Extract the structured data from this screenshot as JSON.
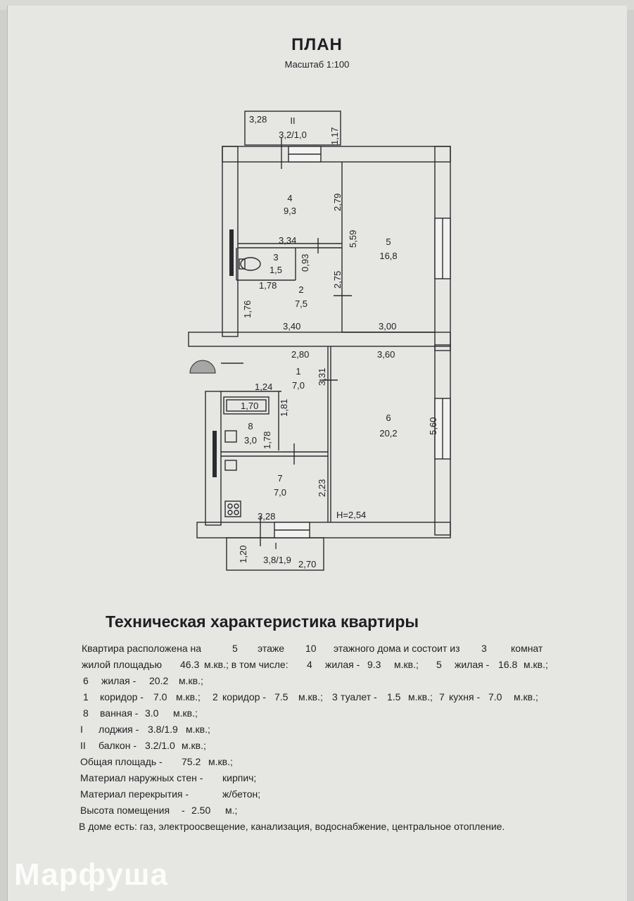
{
  "header": {
    "title": "ПЛАН",
    "scale": "Масштаб 1:100"
  },
  "rooms": {
    "r1": {
      "num": "1",
      "area": "7,0"
    },
    "r2": {
      "num": "2",
      "area": "7,5"
    },
    "r3": {
      "num": "3",
      "area": "1,5"
    },
    "r4": {
      "num": "4",
      "area": "9,3"
    },
    "r5": {
      "num": "5",
      "area": "16,8"
    },
    "r6": {
      "num": "6",
      "area": "20,2"
    },
    "r7": {
      "num": "7",
      "area": "7,0"
    },
    "r8": {
      "num": "8",
      "area": "3,0"
    },
    "balcony": {
      "num": "II",
      "area": "3,2/1,0"
    },
    "loggia": {
      "num": "I",
      "area": "3,8/1,9"
    }
  },
  "dims": {
    "d_328_top": "3,28",
    "d_117": "1,17",
    "d_279": "2,79",
    "d_559": "5,59",
    "d_334": "3,34",
    "d_093": "0,93",
    "d_178_a": "1,78",
    "d_275": "2,75",
    "d_176": "1,76",
    "d_340": "3,40",
    "d_300": "3,00",
    "d_280": "2,80",
    "d_360": "3,60",
    "d_331": "3,31",
    "d_124": "1,24",
    "d_170": "1,70",
    "d_181": "1,81",
    "d_178_b": "1,78",
    "d_560": "5,60",
    "d_223": "2,23",
    "d_h": "H=2,54",
    "d_328_bot": "3,28",
    "d_120": "1,20",
    "d_270": "2,70"
  },
  "tech": {
    "title": "Техническая характеристика квартиры",
    "line1": [
      "Квартира расположена на",
      "5",
      "этаже",
      "10",
      "этажного дома и состоит из",
      "3",
      "комнат"
    ],
    "line2": [
      "жилой площадью",
      "46.3",
      "м.кв.; в том числе:",
      "4",
      "жилая -",
      "9.3",
      "м.кв.;",
      "5",
      "жилая -",
      "16.8",
      "м.кв.;"
    ],
    "line3": [
      "6",
      "жилая -",
      "20.2",
      "м.кв.;"
    ],
    "line4": [
      "1",
      "коридор -",
      "7.0",
      "м.кв.;",
      "2",
      "коридор -",
      "7.5",
      "м.кв.;",
      "3",
      "туалет -",
      "1.5",
      "м.кв.;",
      "7",
      "кухня -",
      "7.0",
      "м.кв.;"
    ],
    "line5": [
      "8",
      "ванная -",
      "3.0",
      "м.кв.;"
    ],
    "line6": [
      "I",
      "лоджия -",
      "3.8/1.9",
      "м.кв.;"
    ],
    "line7": [
      "II",
      "балкон -",
      "3.2/1.0",
      "м.кв.;"
    ],
    "line8": [
      "Общая площадь -",
      "75.2",
      "м.кв.;"
    ],
    "line9": [
      "Материал наружных стен -",
      "кирпич;"
    ],
    "line10": [
      "Материал перекрытия -",
      "ж/бетон;"
    ],
    "line11": [
      "Высота помещения",
      "-",
      "2.50",
      "м.;"
    ],
    "line12": [
      "В доме есть: газ, электроосвещение, канализация, водоснабжение, центральное отопление."
    ]
  },
  "watermark": "Марфуша"
}
